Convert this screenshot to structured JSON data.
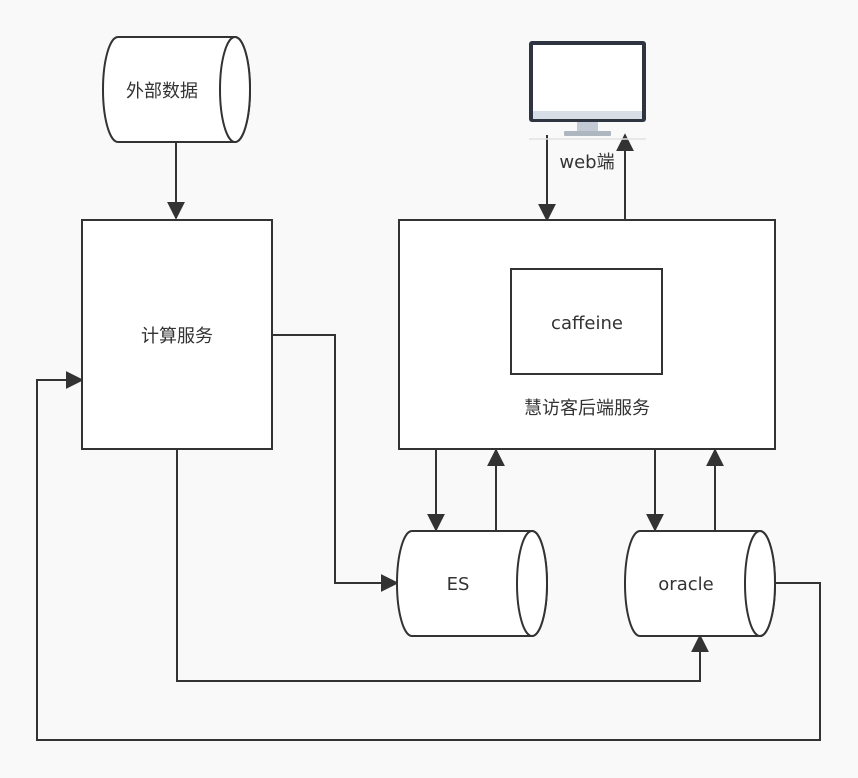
{
  "nodes": {
    "external_data": "外部数据",
    "compute_service": "计算服务",
    "backend_service": "慧访客后端服务",
    "cache": "caffeine",
    "es": "ES",
    "oracle": "oracle",
    "web_client": "web端"
  },
  "colors": {
    "stroke": "#333333",
    "background": "#f9f9f9",
    "node_fill": "#ffffff"
  }
}
